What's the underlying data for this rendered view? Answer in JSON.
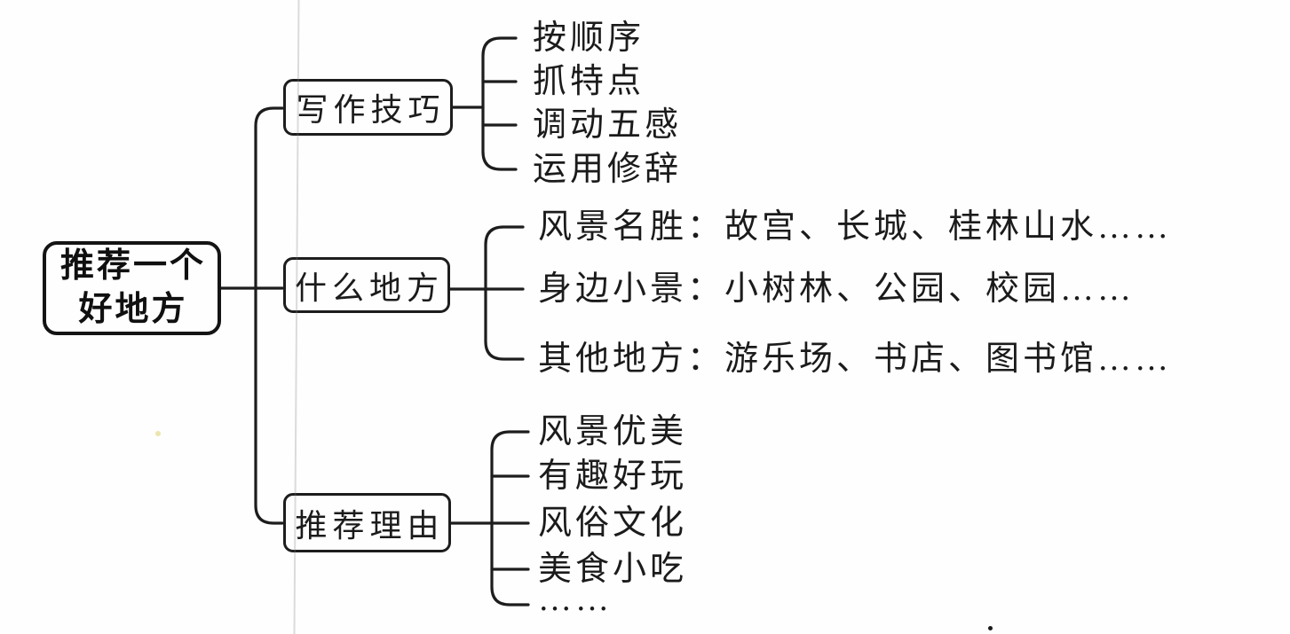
{
  "canvas": {
    "background": "#fefefe",
    "ink_color": "#1d1d1d"
  },
  "diagram": {
    "root": {
      "label": "推荐一个好地方",
      "lines": [
        "推荐一个",
        "好地方"
      ]
    },
    "branches": [
      {
        "label": "写作技巧",
        "children": [
          "按顺序",
          "抓特点",
          "调动五感",
          "运用修辞"
        ]
      },
      {
        "label": "什么地方",
        "children": [
          "风景名胜：故宫、长城、桂林山水……",
          "身边小景：小树林、公园、校园……",
          "其他地方：游乐场、书店、图书馆……"
        ]
      },
      {
        "label": "推荐理由",
        "children": [
          "风景优美",
          "有趣好玩",
          "风俗文化",
          "美食小吃",
          "……"
        ]
      }
    ]
  }
}
